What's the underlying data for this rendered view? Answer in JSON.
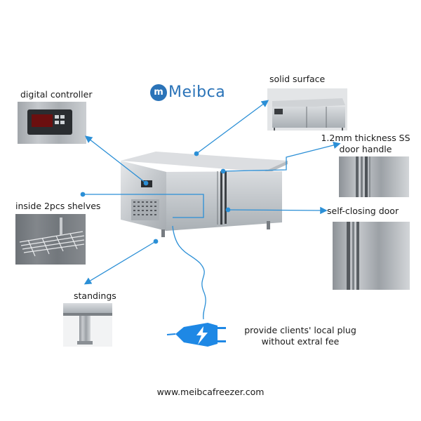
{
  "brand": {
    "name": "Meibca",
    "badge_letter": "m",
    "color": "#2a73b8"
  },
  "callouts": {
    "digital_controller": "digital controller",
    "solid_surface": "solid surface",
    "door_handle_line1": "1.2mm thickness SS",
    "door_handle_line2": "door handle",
    "inside_shelves": "inside 2pcs shelves",
    "self_closing_door": "self-closing door",
    "standings": "standings",
    "plug_line1": "provide clients' local plug",
    "plug_line2": "without extral fee"
  },
  "footer": {
    "website": "www.meibcafreezer.com"
  },
  "colors": {
    "callout_line": "#2b8fd6",
    "steel_light": "#d7d9dc",
    "steel_dark": "#9ea3a8",
    "plug_blue": "#1e88e5"
  },
  "icons": {
    "plug": "electric-plug-icon",
    "lightning": "lightning-icon"
  }
}
